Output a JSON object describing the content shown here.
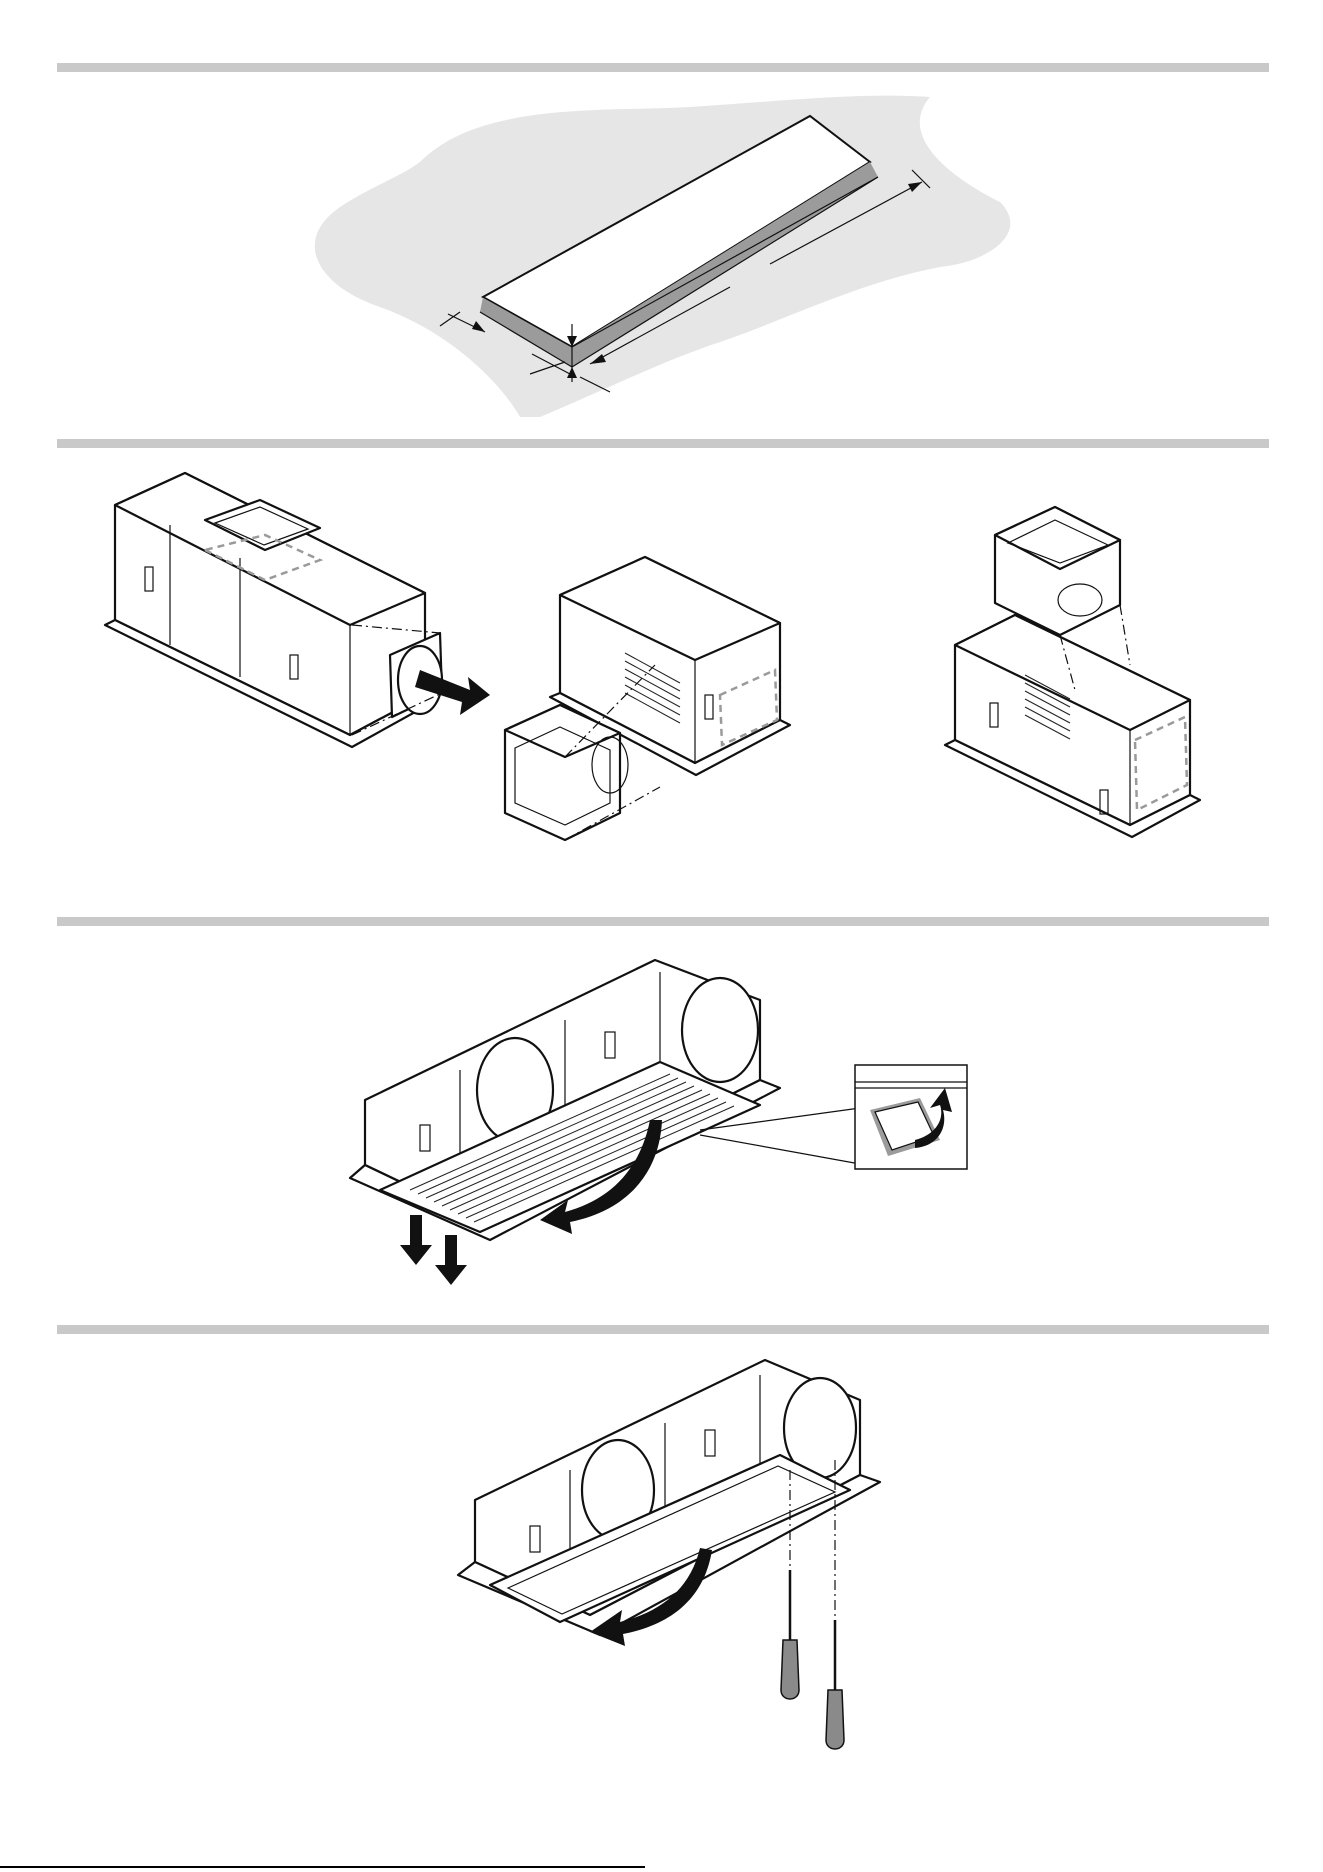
{
  "page": {
    "number": "",
    "background": "#ffffff",
    "bar_color": "#c9c9c9"
  },
  "figures": [
    {
      "id": "cutout-dimensions"
    },
    {
      "id": "convert-air-outlet"
    },
    {
      "id": "remove-grease-filter"
    },
    {
      "id": "remove-bottom-panel"
    }
  ],
  "icons": [
    "arrow-icon",
    "screwdriver-icon",
    "latch-detail-icon"
  ]
}
